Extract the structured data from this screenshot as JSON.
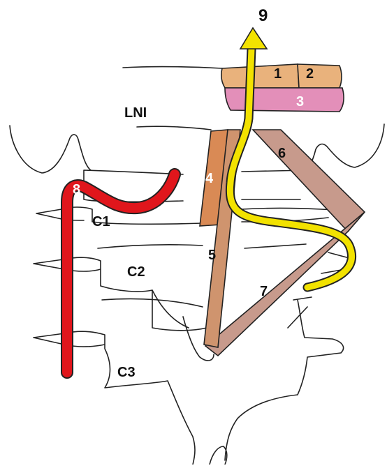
{
  "labels": {
    "l9": "9",
    "l1": "1",
    "l2": "2",
    "l3": "3",
    "lni": "LNI",
    "l4": "4",
    "l5": "5",
    "l6": "6",
    "l7": "7",
    "l8": "8",
    "c1": "C1",
    "c2": "C2",
    "c3": "C3"
  },
  "colors": {
    "outline": "#222222",
    "muscle_small": "#e9b27c",
    "muscle_pink": "#e38fb9",
    "muscle_brown": "#c79a8c",
    "muscle_orange": "#d98a55",
    "nerve_yellow": "#f2e200",
    "artery_red": "#e0161c",
    "label_dark": "#111111",
    "label_white": "#ffffff"
  }
}
